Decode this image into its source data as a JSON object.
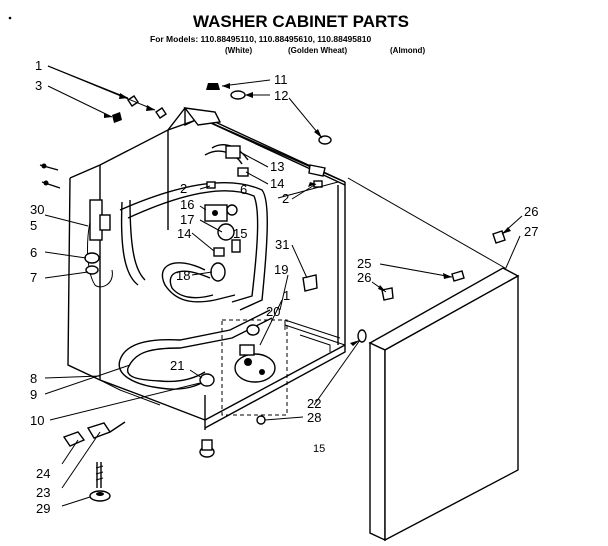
{
  "title": "WASHER CABINET PARTS",
  "models_line": "For Models: 110.88495110, 110.88495610, 110.88495810",
  "colors": [
    "(White)",
    "(Golden Wheat)",
    "(Almond)"
  ],
  "callouts": [
    "1",
    "3",
    "11",
    "12",
    "13",
    "14",
    "2",
    "6",
    "16",
    "17",
    "15",
    "14",
    "18",
    "30",
    "5",
    "6",
    "7",
    "31",
    "19",
    "1",
    "20",
    "8",
    "21",
    "9",
    "10",
    "22",
    "28",
    "24",
    "23",
    "29",
    "26",
    "27",
    "25",
    "26",
    "2"
  ],
  "page_mark": "15"
}
